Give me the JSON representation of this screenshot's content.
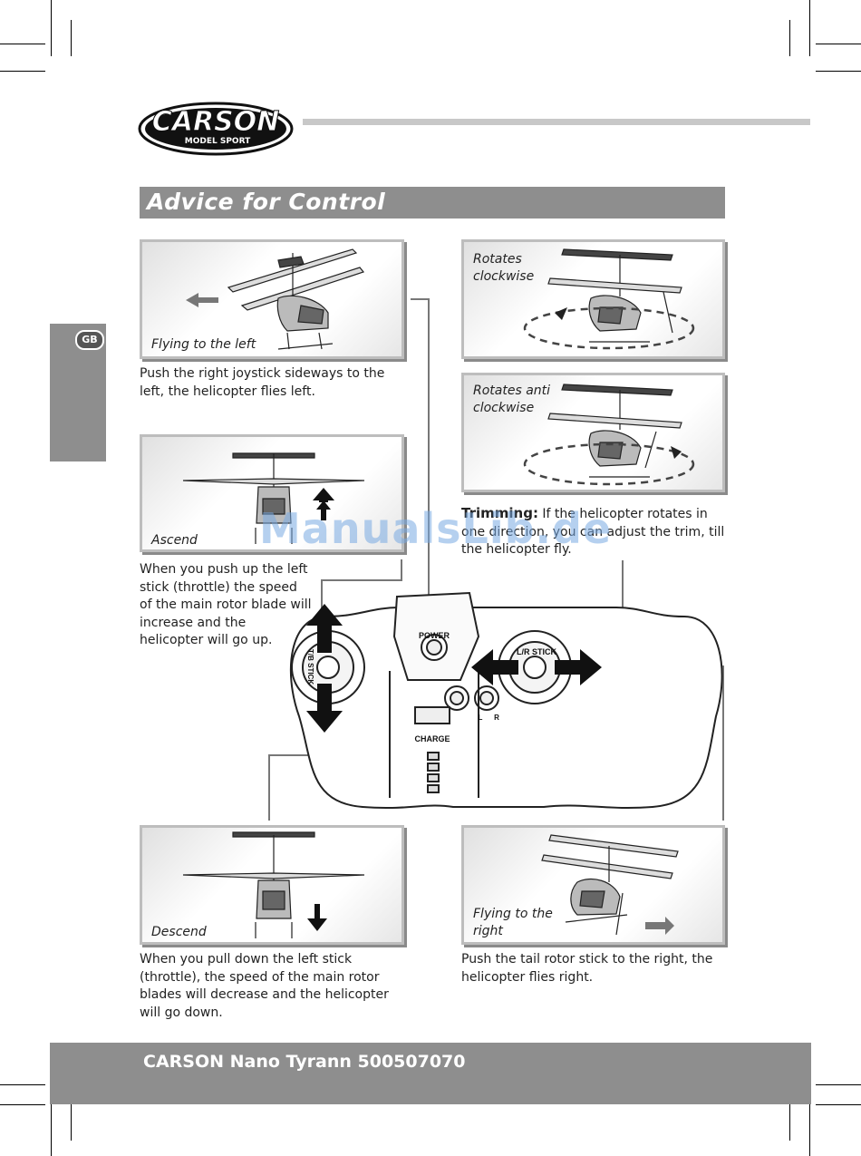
{
  "brand": {
    "logo_text": "CARSON",
    "logo_subtext": "MODEL SPORT"
  },
  "section": {
    "title": "Advice for Control",
    "language_tab": "GB"
  },
  "panels": {
    "left_flight": {
      "label": "Flying to the left",
      "description": "Push the right joystick sideways to the left, the helicopter flies left."
    },
    "ascend": {
      "label": "Ascend",
      "description": "When you push up the left stick (throttle) the speed of the main rotor blade will increase and the helicopter will go up."
    },
    "descend": {
      "label": "Descend",
      "description": "When you pull down the left stick (throttle), the speed of the main rotor blades will decrease and the helicopter will go down."
    },
    "rotate_cw": {
      "label": "Rotates\nclockwise"
    },
    "rotate_ccw": {
      "label": "Rotates anti\nclockwise"
    },
    "right_flight": {
      "label": "Flying to the\nright",
      "description": "Push the tail rotor stick to the right, the helicopter flies right."
    }
  },
  "trimming": {
    "heading": "Trimming:",
    "text": "If the helicopter rotates in one direction, you can adjust the trim, till the helicopter fly."
  },
  "controller": {
    "power_label": "POWER",
    "charge_label": "CHARGE",
    "left_stick_label": "T/B STICK",
    "right_stick_label": "L/R STICK",
    "trim_left": "L",
    "trim_right": "R"
  },
  "watermark": "ManualsLib.de",
  "footer": {
    "text": "CARSON Nano Tyrann 500507070"
  }
}
